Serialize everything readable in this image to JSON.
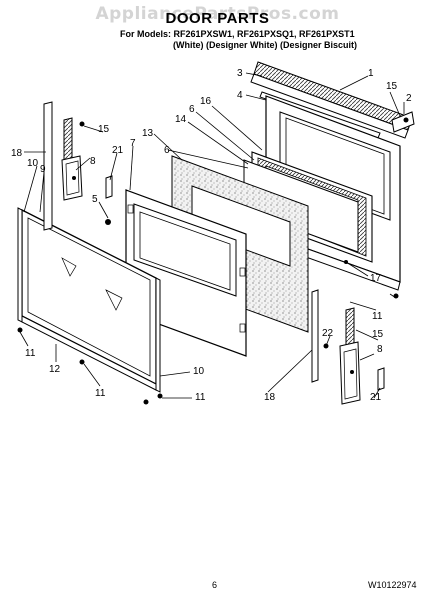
{
  "watermark": "AppliancePartsPros.com",
  "title": "DOOR PARTS",
  "models_line1": "For Models: RF261PXSW1, RF261PXSQ1, RF261PXST1",
  "models_line2": "(White)    (Designer White) (Designer Biscuit)",
  "page_number": "6",
  "document_number": "W10122974",
  "callouts": {
    "c1": "1",
    "c2": "2",
    "c3": "3",
    "c4": "4",
    "c5": "5",
    "c6a": "6",
    "c6b": "6",
    "c7": "7",
    "c8a": "8",
    "c8b": "8",
    "c9": "9",
    "c10a": "10",
    "c10b": "10",
    "c11a": "11",
    "c11b": "11",
    "c11c": "11",
    "c11d": "11",
    "c12": "12",
    "c13": "13",
    "c14": "14",
    "c15a": "15",
    "c15b": "15",
    "c15c": "15",
    "c16": "16",
    "c17": "17",
    "c18a": "18",
    "c18b": "18",
    "c21a": "21",
    "c21b": "21",
    "c22": "22"
  }
}
